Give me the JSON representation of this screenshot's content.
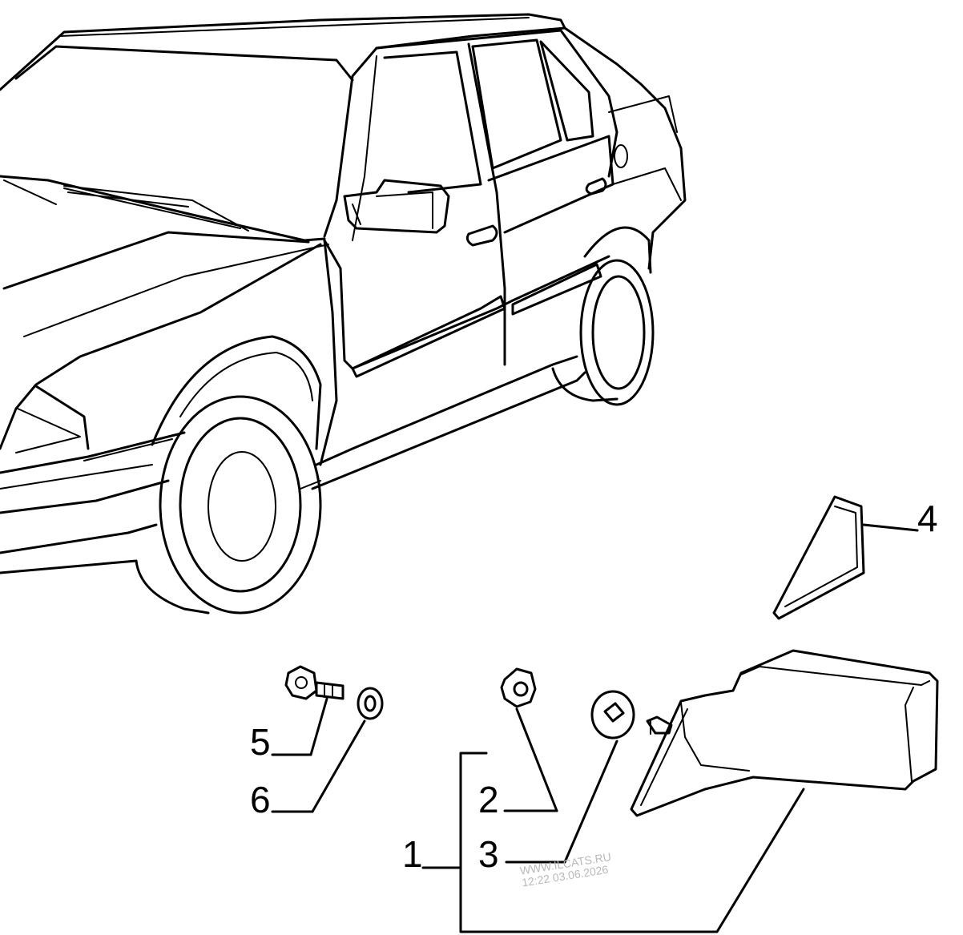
{
  "callouts": [
    {
      "id": "1",
      "label": "1"
    },
    {
      "id": "2",
      "label": "2"
    },
    {
      "id": "3",
      "label": "3"
    },
    {
      "id": "4",
      "label": "4"
    },
    {
      "id": "5",
      "label": "5"
    },
    {
      "id": "6",
      "label": "6"
    }
  ],
  "watermark": {
    "line1": "WWW.ILCATS.RU",
    "line2": "12:22 03.06.2026"
  },
  "colors": {
    "ink": "#000000",
    "background": "#ffffff",
    "watermark": "#b9b9b9"
  }
}
